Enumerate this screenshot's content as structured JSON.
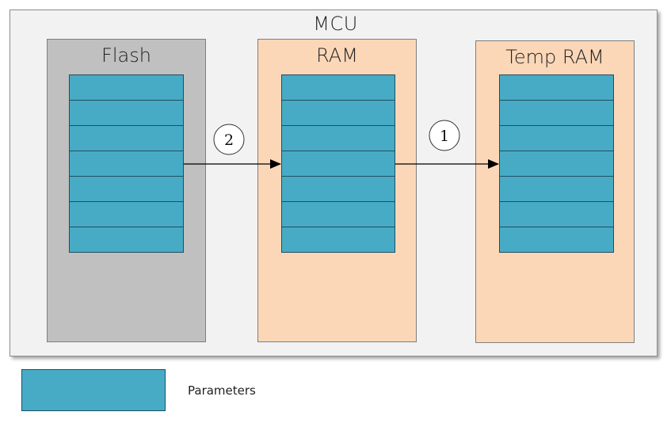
{
  "diagram": {
    "container": {
      "label": "MCU"
    },
    "memories": [
      {
        "id": "flash",
        "label": "Flash",
        "color": "#c0c0c0",
        "rows": 7
      },
      {
        "id": "ram",
        "label": "RAM",
        "color": "#fbd7b8",
        "rows": 7
      },
      {
        "id": "tempram",
        "label": "Temp RAM",
        "color": "#fbd7b8",
        "rows": 7
      }
    ],
    "arrows": [
      {
        "from": "flash",
        "to": "ram",
        "step": "2"
      },
      {
        "from": "ram",
        "to": "tempram",
        "step": "1"
      }
    ],
    "block_color": "#48abc6"
  },
  "legend": {
    "items": [
      {
        "label": "Parameters",
        "color": "#48abc6"
      }
    ]
  }
}
